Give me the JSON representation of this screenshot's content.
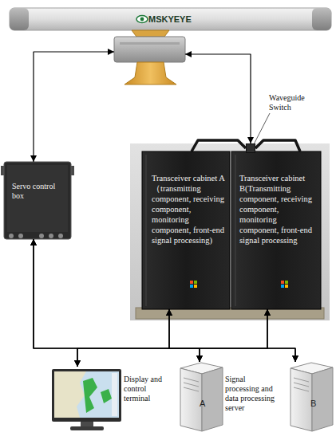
{
  "diagram": {
    "nodes": [
      {
        "text": [
          "MSKYEYE"
        ]
      },
      {
        "text": [
          "Waveguide Switch"
        ]
      },
      {
        "text": [
          "Servo control box"
        ]
      },
      {
        "text": [
          "Transceiver cabinet A（transmitting component, receiving component, monitoring component, front-end signal processing)"
        ]
      },
      {
        "text": [
          "Transceiver cabinet B(Transmitting component, receiving component, monitoring component, front-end signal processing"
        ]
      },
      {
        "text": [
          "Display and control terminal"
        ]
      },
      {
        "text": [
          "A",
          "Signal processing and data processing server"
        ]
      },
      {
        "text": [
          "B"
        ]
      }
    ],
    "edges": [
      {
        "from": 2,
        "to": 0,
        "arrow": "both"
      },
      {
        "from": 0,
        "to": 1,
        "arrow": "both"
      },
      {
        "from": 1,
        "to": 3,
        "arrow": "none"
      },
      {
        "from": 1,
        "to": 4,
        "arrow": "none"
      },
      {
        "from": 5,
        "to": 2,
        "arrow": "both"
      },
      {
        "from": 5,
        "to": 3,
        "arrow": "both"
      },
      {
        "from": 5,
        "to": 4,
        "arrow": "both"
      },
      {
        "from": 6,
        "to": 2,
        "arrow": "both"
      },
      {
        "from": 6,
        "to": 3,
        "arrow": "both"
      },
      {
        "from": 6,
        "to": 4,
        "arrow": "both"
      },
      {
        "from": 7,
        "to": 2,
        "arrow": "both"
      },
      {
        "from": 7,
        "to": 3,
        "arrow": "both"
      },
      {
        "from": 7,
        "to": 4,
        "arrow": "both"
      }
    ]
  }
}
